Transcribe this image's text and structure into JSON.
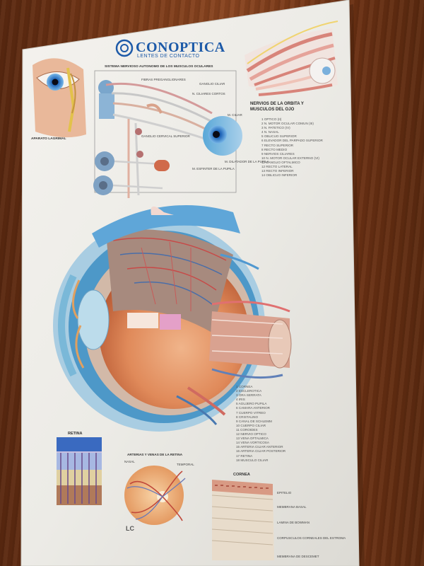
{
  "poster": {
    "brand": "CONOPTICA",
    "subtitle": "LENTES DE CONTACTO",
    "nervous_system_title": "SISTEMA NERVIOSO AUTONOMO DE LOS MUSCULOS OCULARES",
    "lacrimal_title": "APARATO LAGRIMAL",
    "orbit_title_line1": "NERVIOS DE LA ORBITA Y",
    "orbit_title_line2": "MUSCULOS DEL OJO",
    "orbit_items": [
      "1  OPTICO (II)",
      "2  N. MOTOR OCULAR COMUN (III)",
      "3  N. PATETICO (IV)",
      "4  N. NASAL",
      "5  OBLICUO SUPERIOR",
      "6  ELEVADOR DEL PARPADO SUPERIOR",
      "7  RECTO SUPERIOR",
      "8  RECTO MEDIO",
      "9  NERVIOS CILIARES",
      "10 N. MOTOR OCULAR EXTERNO (VI)",
      "11 GANGLIO OFTALMICO",
      "12 RECTO LATERAL",
      "13 RECTO INFERIOR",
      "14 OBLICUO INFERIOR"
    ],
    "main_items": [
      "1  CORNEA",
      "2  ESCLEROTICA",
      "3  ORA SERRATA",
      "4  IRIS",
      "5  AGUJERO PUPILA",
      "6  CAMARA ANTERIOR",
      "7  CUERPO VITREO",
      "8  CRISTALINO",
      "9  CANAL DE SCHLEMM",
      "10 CUERPO CILIAR",
      "11 COROIDES",
      "12 NERVIO OPTICO",
      "13 VENA OFTALMICA",
      "14 VENA VORTICOSA",
      "15 ARTERIA CILIAR ANTERIOR",
      "16 ARTERIA CILIAR POSTERIOR",
      "17 RETINA",
      "18 MUSCULO CILIAR"
    ],
    "retina_title": "RETINA",
    "retina_vessels_title": "ARTERIAS Y VENAS DE LA RETINA",
    "nasal_label": "NASAL",
    "temporal_label": "TEMPORAL",
    "cornea_title": "CORNEA",
    "cornea_labels": [
      "EPITELIO",
      "MEMBRANA BASAL",
      "LAMINA DE BOWMAN",
      "CORPUSCULOS CORNEALES DEL ESTROMA",
      "MEMBRANA DE DESCEMET"
    ],
    "footer_mark": "LC",
    "nerve_labels": [
      "M. CILIAR",
      "M. DILATADOR DE LA PUPILA",
      "M. ESFINTER DE LA PUPILA",
      "N. CILIARES CORTOS",
      "GANGLIO CILIAR",
      "FIBRAS PREGANGLIONARES",
      "GANGLIO CERVICAL SUPERIOR"
    ]
  }
}
